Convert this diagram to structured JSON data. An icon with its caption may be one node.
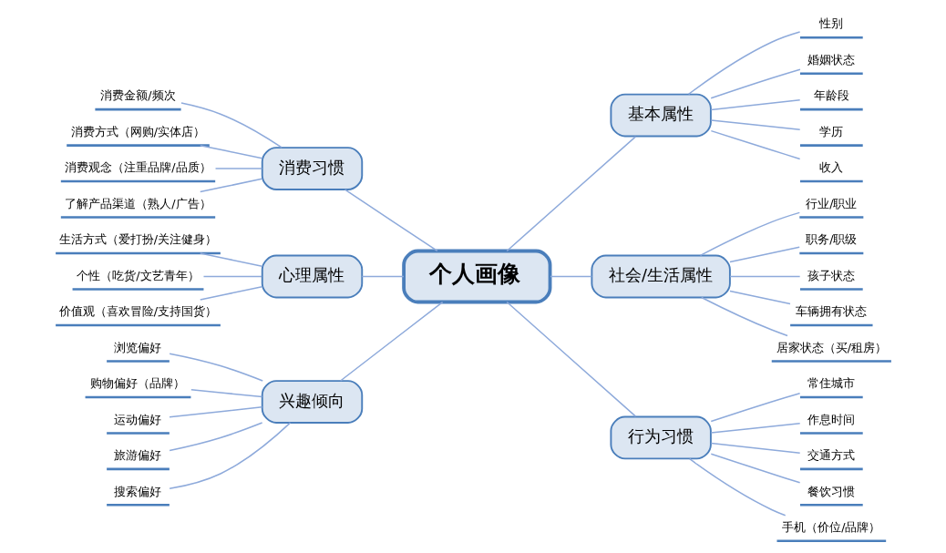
{
  "diagram": {
    "nodes": [
      {
        "text": [
          "个人画像"
        ]
      },
      {
        "text": [
          "消费习惯"
        ]
      },
      {
        "text": [
          "消费金额/频次"
        ]
      },
      {
        "text": [
          "消费方式（网购/实体店）"
        ]
      },
      {
        "text": [
          "消费观念（注重品牌/品质）"
        ]
      },
      {
        "text": [
          "了解产品渠道（熟人/广告）"
        ]
      },
      {
        "text": [
          "心理属性"
        ]
      },
      {
        "text": [
          "生活方式（爱打扮/关注健身）"
        ]
      },
      {
        "text": [
          "个性（吃货/文艺青年）"
        ]
      },
      {
        "text": [
          "价值观（喜欢冒险/支持国货）"
        ]
      },
      {
        "text": [
          "兴趣倾向"
        ]
      },
      {
        "text": [
          "浏览偏好"
        ]
      },
      {
        "text": [
          "购物偏好（品牌）"
        ]
      },
      {
        "text": [
          "运动偏好"
        ]
      },
      {
        "text": [
          "旅游偏好"
        ]
      },
      {
        "text": [
          "搜索偏好"
        ]
      },
      {
        "text": [
          "基本属性"
        ]
      },
      {
        "text": [
          "性别"
        ]
      },
      {
        "text": [
          "婚姻状态"
        ]
      },
      {
        "text": [
          "年龄段"
        ]
      },
      {
        "text": [
          "学历"
        ]
      },
      {
        "text": [
          "收入"
        ]
      },
      {
        "text": [
          "社会/生活属性"
        ]
      },
      {
        "text": [
          "行业/职业"
        ]
      },
      {
        "text": [
          "职务/职级"
        ]
      },
      {
        "text": [
          "孩子状态"
        ]
      },
      {
        "text": [
          "车辆拥有状态"
        ]
      },
      {
        "text": [
          "居家状态（买/租房）"
        ]
      },
      {
        "text": [
          "行为习惯"
        ]
      },
      {
        "text": [
          "常住城市"
        ]
      },
      {
        "text": [
          "作息时间"
        ]
      },
      {
        "text": [
          "交通方式"
        ]
      },
      {
        "text": [
          "餐饮习惯"
        ]
      },
      {
        "text": [
          "手机（价位/品牌）"
        ]
      }
    ],
    "edges": [
      {
        "from": 0,
        "to": 1,
        "arrow": "none"
      },
      {
        "from": 1,
        "to": 2,
        "arrow": "none"
      },
      {
        "from": 1,
        "to": 3,
        "arrow": "none"
      },
      {
        "from": 1,
        "to": 4,
        "arrow": "none"
      },
      {
        "from": 1,
        "to": 5,
        "arrow": "none"
      },
      {
        "from": 0,
        "to": 6,
        "arrow": "none"
      },
      {
        "from": 6,
        "to": 7,
        "arrow": "none"
      },
      {
        "from": 6,
        "to": 8,
        "arrow": "none"
      },
      {
        "from": 6,
        "to": 9,
        "arrow": "none"
      },
      {
        "from": 0,
        "to": 10,
        "arrow": "none"
      },
      {
        "from": 10,
        "to": 11,
        "arrow": "none"
      },
      {
        "from": 10,
        "to": 12,
        "arrow": "none"
      },
      {
        "from": 10,
        "to": 13,
        "arrow": "none"
      },
      {
        "from": 10,
        "to": 14,
        "arrow": "none"
      },
      {
        "from": 10,
        "to": 15,
        "arrow": "none"
      },
      {
        "from": 0,
        "to": 16,
        "arrow": "none"
      },
      {
        "from": 16,
        "to": 17,
        "arrow": "none"
      },
      {
        "from": 16,
        "to": 18,
        "arrow": "none"
      },
      {
        "from": 16,
        "to": 19,
        "arrow": "none"
      },
      {
        "from": 16,
        "to": 20,
        "arrow": "none"
      },
      {
        "from": 16,
        "to": 21,
        "arrow": "none"
      },
      {
        "from": 0,
        "to": 22,
        "arrow": "none"
      },
      {
        "from": 22,
        "to": 23,
        "arrow": "none"
      },
      {
        "from": 22,
        "to": 24,
        "arrow": "none"
      },
      {
        "from": 22,
        "to": 25,
        "arrow": "none"
      },
      {
        "from": 22,
        "to": 26,
        "arrow": "none"
      },
      {
        "from": 22,
        "to": 27,
        "arrow": "none"
      },
      {
        "from": 0,
        "to": 28,
        "arrow": "none"
      },
      {
        "from": 28,
        "to": 29,
        "arrow": "none"
      },
      {
        "from": 28,
        "to": 30,
        "arrow": "none"
      },
      {
        "from": 28,
        "to": 31,
        "arrow": "none"
      },
      {
        "from": 28,
        "to": 32,
        "arrow": "none"
      },
      {
        "from": 28,
        "to": 33,
        "arrow": "none"
      }
    ]
  }
}
